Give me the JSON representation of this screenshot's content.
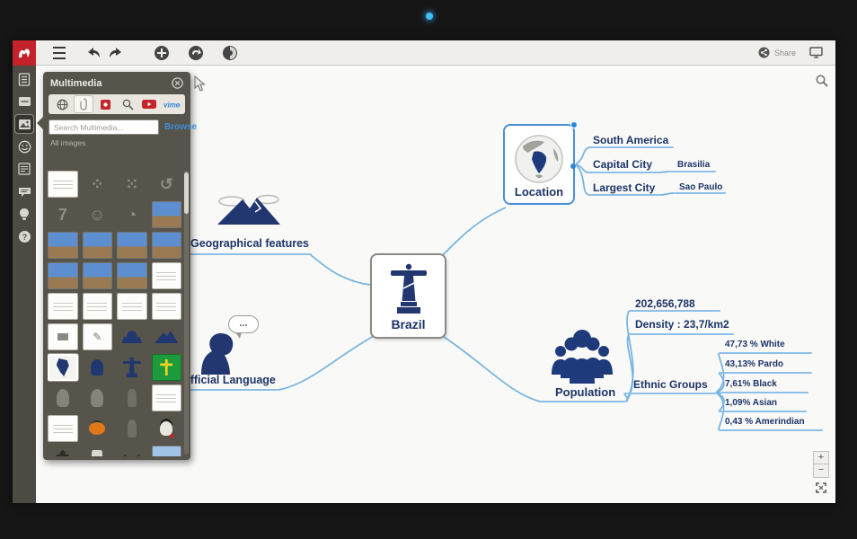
{
  "toolbar": {
    "share_label": "Share"
  },
  "panel": {
    "title": "Multimedia",
    "search_placeholder": "Search Multimedia...",
    "browse_label": "Browse",
    "filter_label": "All images",
    "thumbnails": [
      {
        "t": "card"
      },
      {
        "t": "glyph",
        "c": "⁘"
      },
      {
        "t": "glyph",
        "c": "⁙"
      },
      {
        "t": "glyph",
        "c": "↺"
      },
      {
        "t": "glyph",
        "c": "7"
      },
      {
        "t": "glyph",
        "c": "☺"
      },
      {
        "t": "glyph",
        "c": "◔"
      },
      {
        "t": "photo"
      },
      {
        "t": "photo"
      },
      {
        "t": "photo"
      },
      {
        "t": "photo"
      },
      {
        "t": "photo"
      },
      {
        "t": "photo"
      },
      {
        "t": "photo"
      },
      {
        "t": "photo"
      },
      {
        "t": "card"
      },
      {
        "t": "card"
      },
      {
        "t": "card"
      },
      {
        "t": "card"
      },
      {
        "t": "card"
      },
      {
        "t": "tooltip"
      },
      {
        "t": "sketch",
        "c": "✎"
      },
      {
        "t": "bluecrowd"
      },
      {
        "t": "bluemtn"
      },
      {
        "t": "map",
        "sel": true
      },
      {
        "t": "bluehead"
      },
      {
        "t": "statue"
      },
      {
        "t": "flag"
      },
      {
        "t": "ghost"
      },
      {
        "t": "ghost"
      },
      {
        "t": "figure"
      },
      {
        "t": "card"
      },
      {
        "t": "card"
      },
      {
        "t": "pumpkin"
      },
      {
        "t": "figure"
      },
      {
        "t": "vampire"
      },
      {
        "t": "castle"
      },
      {
        "t": "frank"
      },
      {
        "t": "bat"
      },
      {
        "t": "photoL"
      },
      {
        "t": "sticker s1"
      },
      {
        "t": "sketch",
        "c": "✎"
      },
      {
        "t": "sticker s2"
      },
      {
        "t": "photoD"
      },
      {
        "t": "sticker s1"
      },
      {
        "t": "sticker s2"
      },
      {
        "t": "sticker s3"
      },
      {
        "t": "sticker s4"
      }
    ]
  },
  "mindmap": {
    "center": {
      "label": "Brazil"
    },
    "geo": {
      "label": "Geographical features"
    },
    "lang": {
      "label": "Official Language",
      "bubble": "..."
    },
    "location": {
      "label": "Location",
      "children": [
        {
          "label": "South America",
          "value": ""
        },
        {
          "label": "Capital City",
          "value": "Brasilia"
        },
        {
          "label": "Largest City",
          "value": "Sao Paulo"
        }
      ]
    },
    "population": {
      "label": "Population",
      "number": "202,656,788",
      "density": "Density : 23,7/km2",
      "ethnic_label": "Ethnic Groups",
      "ethnic": [
        "47,73 % White",
        "43,13% Pardo",
        "7,61% Black",
        "1,09% Asian",
        "0,43 % Amerindian"
      ]
    }
  },
  "zoom_controls": {
    "zoom_in": "+",
    "zoom_out": "−"
  },
  "colors": {
    "accent_blue": "#2f86d6",
    "navy": "#1d3467",
    "wire": "#74b2e0",
    "logo_red": "#c5232b"
  }
}
